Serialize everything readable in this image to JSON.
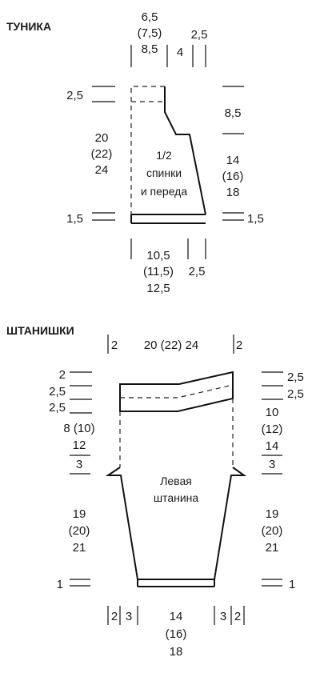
{
  "tunic": {
    "title": "ТУНИКА",
    "top_a": [
      "6,5",
      "(7,5)",
      "8,5"
    ],
    "top_b": "4",
    "top_c": "2,5",
    "left_top": "2,5",
    "left_mid": [
      "20",
      "(22)",
      "24"
    ],
    "left_bot": "1,5",
    "right_top": "8,5",
    "right_mid": [
      "14",
      "(16)",
      "18"
    ],
    "right_bot": "1,5",
    "piece_label": [
      "1/2",
      "спинки",
      "и переда"
    ],
    "bottom_a": [
      "10,5",
      "(11,5)",
      "12,5"
    ],
    "bottom_b": "2,5"
  },
  "pants": {
    "title": "ШТАНИШКИ",
    "top_left": "2",
    "top_mid": "20 (22) 24",
    "top_right": "2",
    "left": [
      "2",
      "2,5",
      "2,5",
      "8 (10)",
      "12",
      "3",
      "19",
      "(20)",
      "21",
      "1"
    ],
    "right": [
      "2,5",
      "2,5",
      "10",
      "(12)",
      "14",
      "3",
      "19",
      "(20)",
      "21",
      "1"
    ],
    "piece_label": [
      "Левая",
      "штанина"
    ],
    "bottom_l1": "2",
    "bottom_l2": "3",
    "bottom_mid": [
      "14",
      "(16)",
      "18"
    ],
    "bottom_r1": "3",
    "bottom_r2": "2"
  }
}
